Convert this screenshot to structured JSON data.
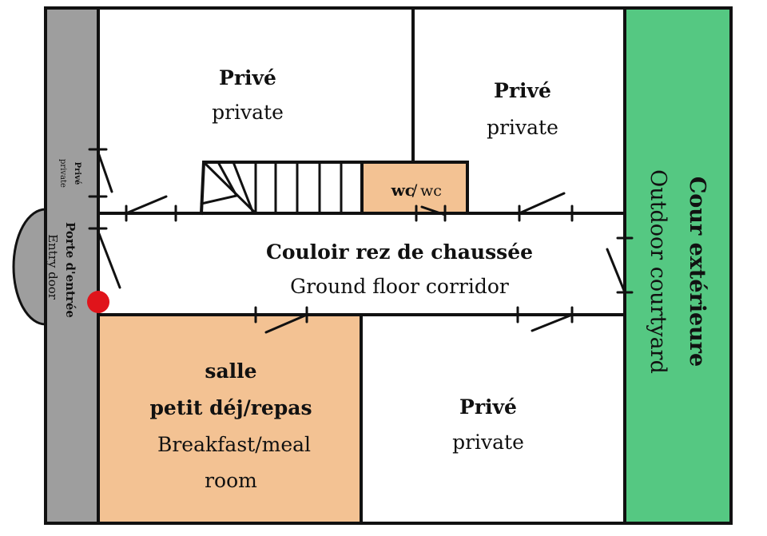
{
  "colors": {
    "entry_strip": "#9e9e9e",
    "courtyard": "#55c882",
    "highlight_room": "#f3c293",
    "walls": "#111111",
    "entry_marker": "#e0141b"
  },
  "rooms": {
    "top_left": {
      "title": "Privé",
      "subtitle": "private"
    },
    "top_right": {
      "title": "Privé",
      "subtitle": "private"
    },
    "small_side": {
      "title": "Privé",
      "subtitle": "private"
    },
    "wc": {
      "title": "wc",
      "subtitle": "wc"
    },
    "corridor": {
      "title": "Couloir rez de chaussée",
      "subtitle": "Ground floor corridor"
    },
    "breakfast": {
      "title_line1": "salle",
      "title_line2": "petit déj/repas",
      "subtitle_line1": "Breakfast/meal",
      "subtitle_line2": "room"
    },
    "bottom_right": {
      "title": "Privé",
      "subtitle": "private"
    },
    "entry": {
      "title": "Porte d'entrée",
      "subtitle": "Entry door"
    },
    "courtyard": {
      "title": "Cour extérieure",
      "subtitle": "Outdoor courtyard"
    }
  }
}
